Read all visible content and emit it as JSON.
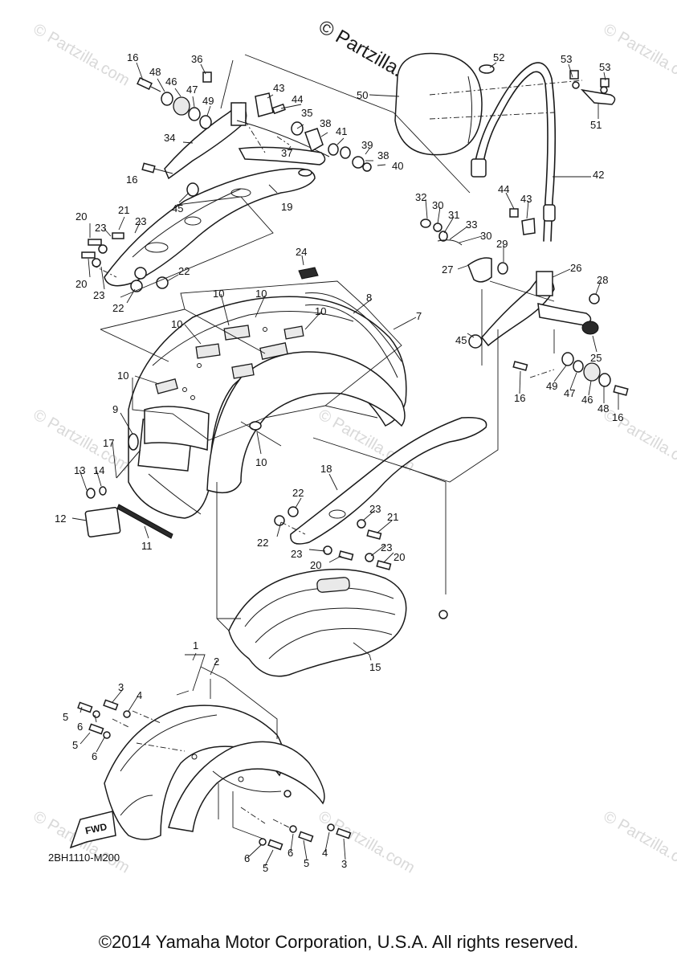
{
  "watermark": {
    "main": "© Partzilla.com",
    "repeat": "© Partzilla.com"
  },
  "diagram_code": "2BH1110-M200",
  "fwd_label": "FWD",
  "copyright": "©2014 Yamaha Motor Corporation, U.S.A. All rights reserved.",
  "callouts": {
    "n1": "1",
    "n2": "2",
    "n3": "3",
    "n4": "4",
    "n5": "5",
    "n6": "6",
    "n7": "7",
    "n8": "8",
    "n9": "9",
    "n10": "10",
    "n11": "11",
    "n12": "12",
    "n13": "13",
    "n14": "14",
    "n15": "15",
    "n16": "16",
    "n17": "17",
    "n18": "18",
    "n19": "19",
    "n20": "20",
    "n21": "21",
    "n22": "22",
    "n23": "23",
    "n24": "24",
    "n25": "25",
    "n26": "26",
    "n27": "27",
    "n28": "28",
    "n29": "29",
    "n30": "30",
    "n31": "31",
    "n32": "32",
    "n33": "33",
    "n34": "34",
    "n35": "35",
    "n36": "36",
    "n37": "37",
    "n38": "38",
    "n39": "39",
    "n40": "40",
    "n41": "41",
    "n42": "42",
    "n43": "43",
    "n44": "44",
    "n45": "45",
    "n46": "46",
    "n47": "47",
    "n48": "48",
    "n49": "49",
    "n50": "50",
    "n51": "51",
    "n52": "52",
    "n53": "53"
  }
}
